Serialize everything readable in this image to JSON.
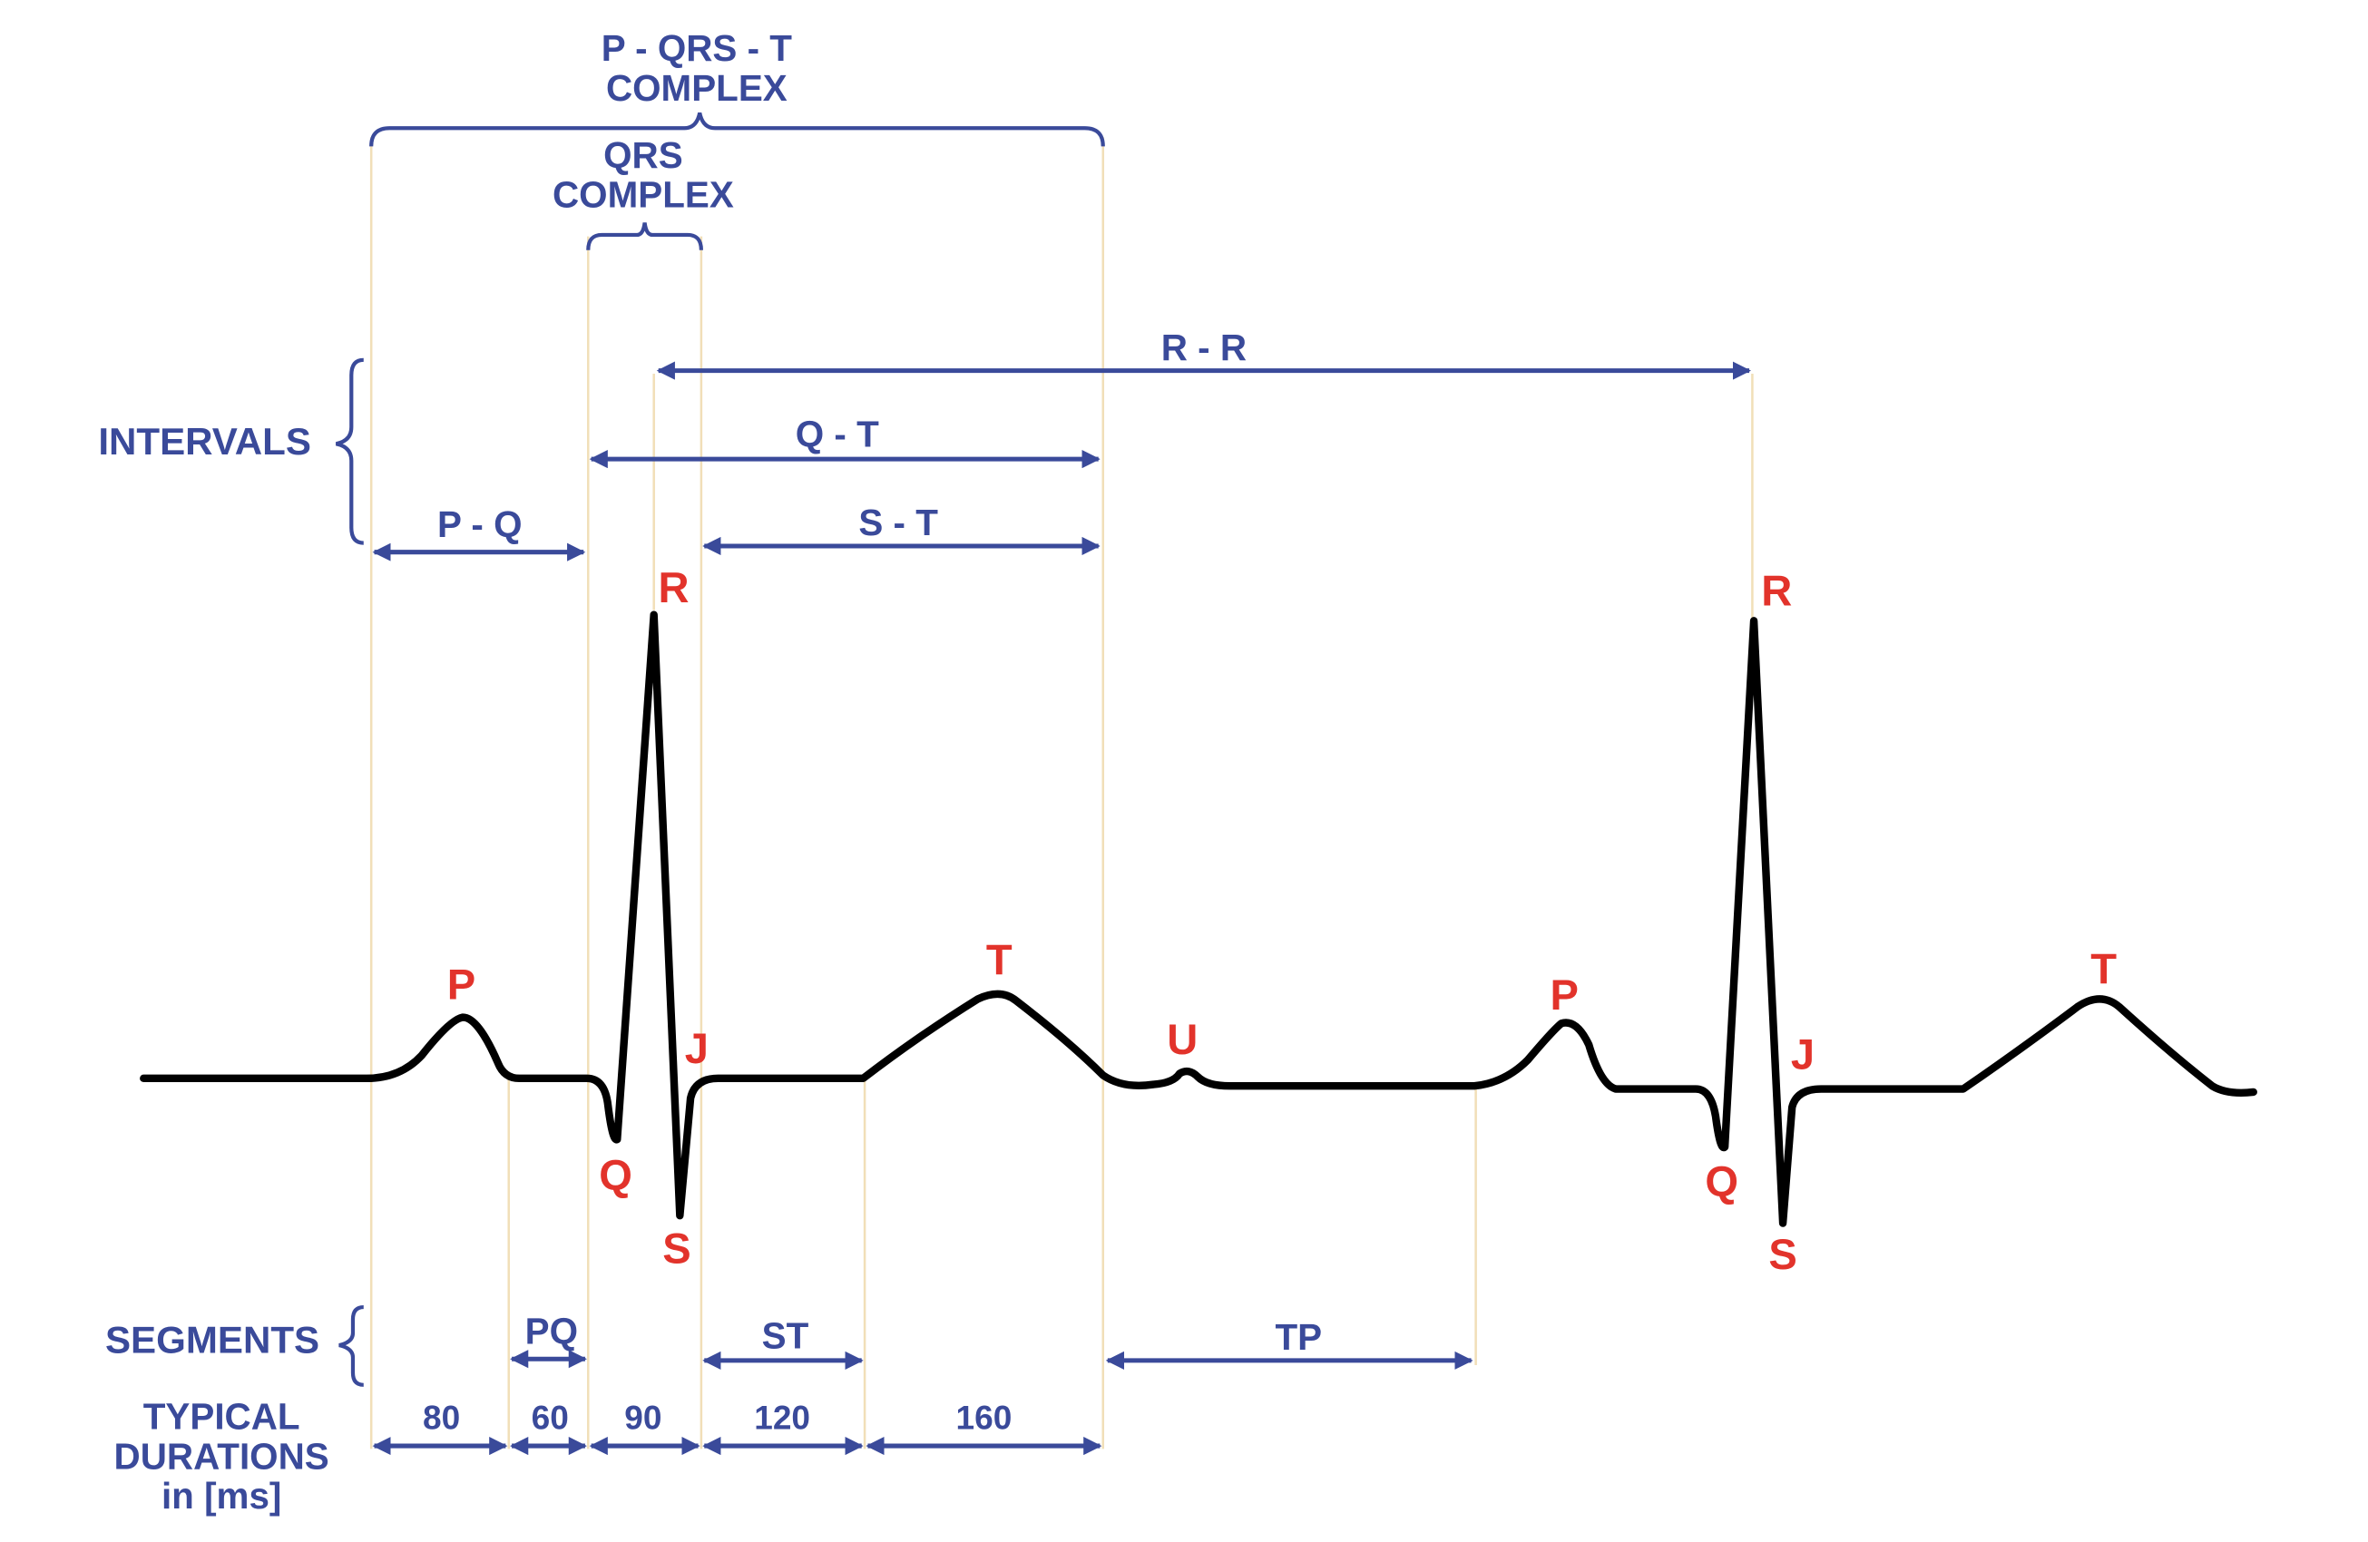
{
  "title_complex": {
    "line1": "P - QRS - T",
    "line2": "COMPLEX"
  },
  "qrs_complex": {
    "line1": "QRS",
    "line2": "COMPLEX"
  },
  "intervals_label": "INTERVALS",
  "segments_label": "SEGMENTS",
  "durations_label": {
    "line1": "TYPICAL",
    "line2": "DURATIONS",
    "line3": "in [ms]"
  },
  "intervals": {
    "rr": "R - R",
    "qt": "Q - T",
    "st": "S - T",
    "pq": "P - Q"
  },
  "segments": {
    "pq": "PQ",
    "st": "ST",
    "tp": "TP"
  },
  "durations": [
    "80",
    "60",
    "90",
    "120",
    "160"
  ],
  "waves": {
    "beat1": {
      "p": "P",
      "q": "Q",
      "r": "R",
      "s": "S",
      "j": "J",
      "t": "T",
      "u": "U"
    },
    "beat2": {
      "p": "P",
      "q": "Q",
      "r": "R",
      "s": "S",
      "j": "J",
      "t": "T"
    }
  },
  "colors": {
    "label_blue": "#3a4a9a",
    "wave_red": "#e2332b",
    "trace": "#000000",
    "guide": "#f1dfb8"
  }
}
